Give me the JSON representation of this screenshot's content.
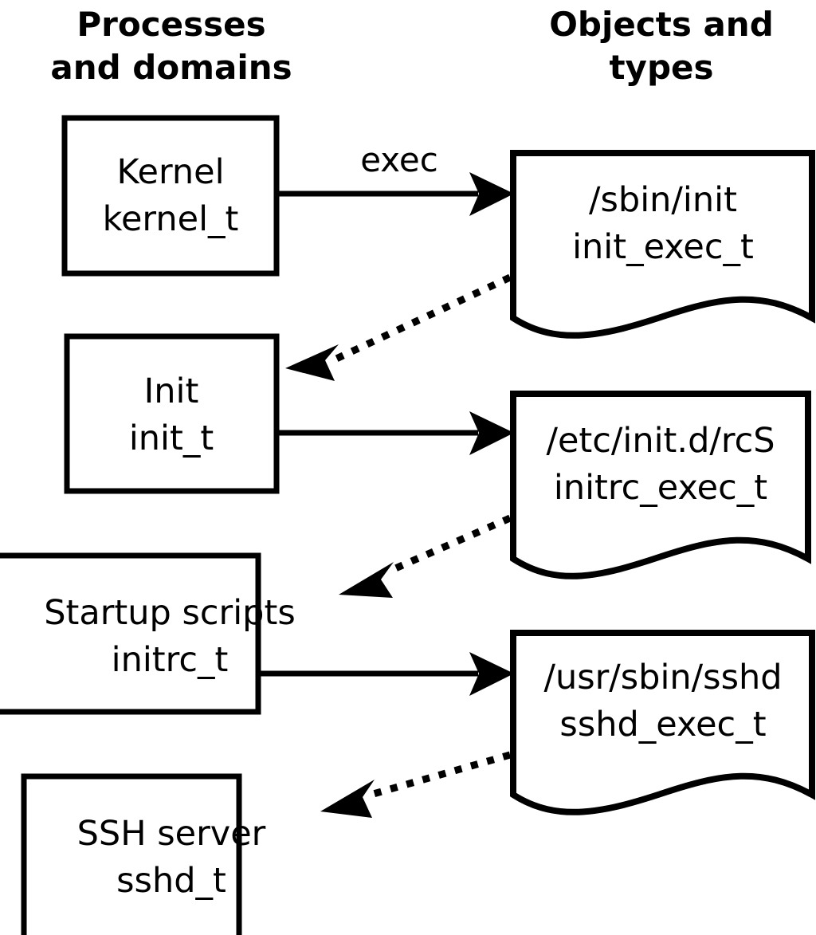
{
  "diagram": {
    "title": "SELinux process domains and object types transition diagram",
    "colors": {
      "stroke": "#000000",
      "fill": "#ffffff",
      "text": "#000000"
    },
    "headings": {
      "left_line1": "Processes",
      "left_line2": "and domains",
      "right_line1": "Objects and",
      "right_line2": "types"
    },
    "process_nodes": [
      {
        "id": "kernel",
        "line1": "Kernel",
        "line2": "kernel_t"
      },
      {
        "id": "init",
        "line1": "Init",
        "line2": "init_t"
      },
      {
        "id": "initrc",
        "line1": "Startup scripts",
        "line2": "initrc_t"
      },
      {
        "id": "sshd",
        "line1": "SSH server",
        "line2": "sshd_t"
      }
    ],
    "object_nodes": [
      {
        "id": "init-exec",
        "line1": "/sbin/init",
        "line2": "init_exec_t"
      },
      {
        "id": "initrc-exec",
        "line1": "/etc/init.d/rcS",
        "line2": "initrc_exec_t"
      },
      {
        "id": "sshd-exec",
        "line1": "/usr/sbin/sshd",
        "line2": "sshd_exec_t"
      }
    ],
    "edges": [
      {
        "id": "exec-kernel-init",
        "label": "exec",
        "style": "solid",
        "from": "kernel",
        "to": "init-exec"
      },
      {
        "id": "transition-init",
        "label": "",
        "style": "dotted",
        "from": "init-exec",
        "to": "init"
      },
      {
        "id": "exec-init-initrc",
        "label": "",
        "style": "solid",
        "from": "init",
        "to": "initrc-exec"
      },
      {
        "id": "transition-initrc",
        "label": "",
        "style": "dotted",
        "from": "initrc-exec",
        "to": "initrc"
      },
      {
        "id": "exec-initrc-sshd",
        "label": "",
        "style": "solid",
        "from": "initrc",
        "to": "sshd-exec"
      },
      {
        "id": "transition-sshd",
        "label": "",
        "style": "dotted",
        "from": "sshd-exec",
        "to": "sshd"
      }
    ]
  }
}
